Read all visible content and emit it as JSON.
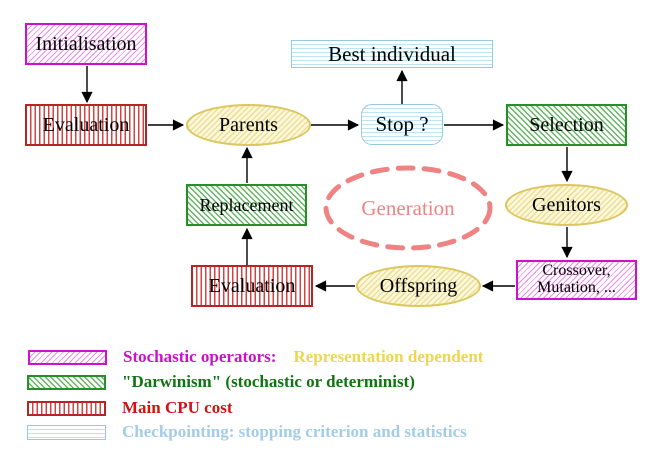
{
  "diagram": {
    "title": "Evolutionary algorithm generation loop",
    "nodes": {
      "initialisation": {
        "label": "Initialisation"
      },
      "evaluation_top": {
        "label": "Evaluation"
      },
      "parents": {
        "label": "Parents"
      },
      "best_individual": {
        "label": "Best individual"
      },
      "stop": {
        "label": "Stop ?"
      },
      "selection": {
        "label": "Selection"
      },
      "generation": {
        "label": "Generation"
      },
      "genitors": {
        "label": "Genitors"
      },
      "replacement": {
        "label": "Replacement"
      },
      "evaluation_bottom": {
        "label": "Evaluation"
      },
      "offspring": {
        "label": "Offspring"
      },
      "crossover_mutation": {
        "line1": "Crossover,",
        "line2": "Mutation, ..."
      }
    },
    "legend": {
      "row1": {
        "label": "Stochastic operators:",
        "label2": "Representation dependent"
      },
      "row2": {
        "label": "\"Darwinism\" (stochastic or determinist)"
      },
      "row3": {
        "label": "Main CPU cost"
      },
      "row4": {
        "label": "Checkpointing: stopping criterion and statistics"
      }
    },
    "colors": {
      "magenta": "#cf10cf",
      "green": "#259025",
      "green_text": "#117411",
      "red": "#b82424",
      "red_text": "#cc1515",
      "cyan_border": "#99c9df",
      "cyan_text": "#a3cde6",
      "yellow_border": "#dcc65e",
      "yellow_text": "#eed64d",
      "salmon": "#ee8383",
      "arrow": "#000000"
    }
  }
}
